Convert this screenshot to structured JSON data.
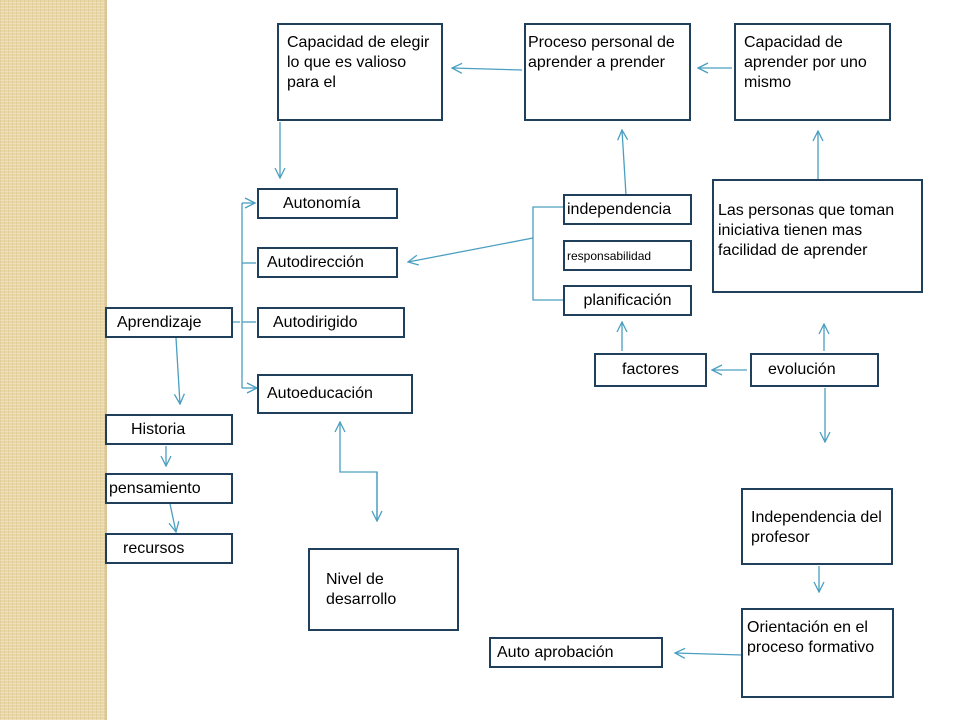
{
  "nodes": {
    "capacidad_elegir": "Capacidad de elegir lo que es valioso para el",
    "proceso_personal": "Proceso personal de aprender a prender",
    "capacidad_aprender": "Capacidad de aprender por uno mismo",
    "autonomia": "Autonomía",
    "autodireccion": "Autodirección",
    "autodirigido": "Autodirigido",
    "autoeducacion": "Autoeducación",
    "aprendizaje": "Aprendizaje",
    "historia": "Historia",
    "pensamiento": "pensamiento",
    "recursos": "recursos",
    "independencia": "independencia",
    "responsabilidad": "responsabilidad",
    "planificacion": "planificación",
    "personas_iniciativa": "Las personas que toman iniciativa tienen mas facilidad de aprender",
    "factores": "factores",
    "evolucion": "evolución",
    "nivel_desarrollo": "Nivel de desarrollo",
    "independencia_profesor": "Independencia del profesor",
    "orientacion": "Orientación en el proceso formativo",
    "auto_aprobacion": "Auto aprobación"
  },
  "colors": {
    "border": "#1f3f5a",
    "arrow": "#4a9fc0",
    "stripe": "#e9d7a6"
  }
}
